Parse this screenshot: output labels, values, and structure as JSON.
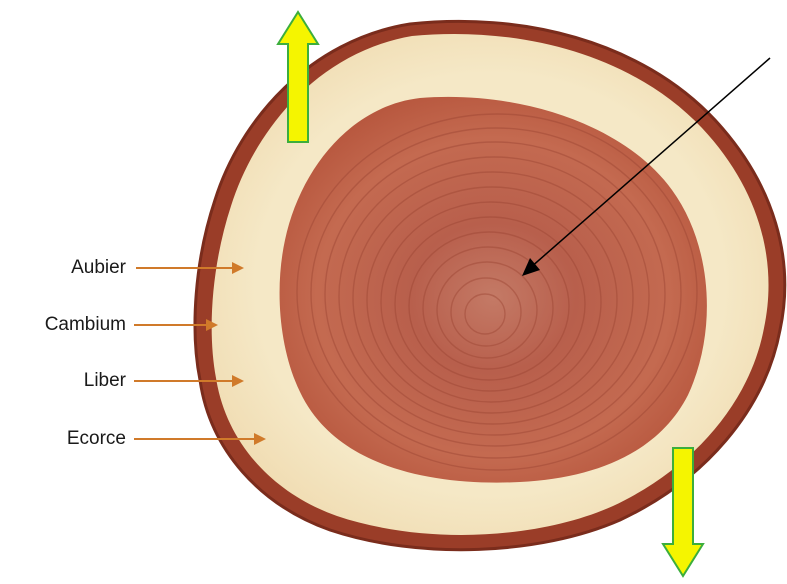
{
  "diagram": {
    "labels": [
      {
        "id": "aubier",
        "text": "Aubier"
      },
      {
        "id": "cambium",
        "text": "Cambium"
      },
      {
        "id": "liber",
        "text": "Liber"
      },
      {
        "id": "ecorce",
        "text": "Ecorce"
      }
    ],
    "colors": {
      "bark": "#9a3d28",
      "sapwood": "#f3e3bf",
      "heartwood": "#c86e55",
      "heartwood_dark": "#a9503f",
      "label_arrow": "#d07a2a",
      "growth_arrow_fill": "#f5f500",
      "growth_arrow_stroke": "#3cae3c",
      "pointer_arrow": "#000000"
    },
    "icons": {
      "up_arrow": "up-arrow-icon",
      "down_arrow": "down-arrow-icon"
    }
  }
}
